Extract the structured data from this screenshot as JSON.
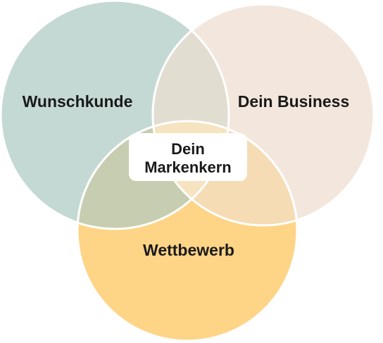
{
  "diagram": {
    "sets": [
      {
        "id": "kunde",
        "label": "Wunschkunde",
        "color": "#c4d9d3"
      },
      {
        "id": "business",
        "label": "Dein Business",
        "color": "#f3e7dd"
      },
      {
        "id": "wettbewerb",
        "label": "Wettbewerb",
        "color": "#fed487"
      }
    ],
    "overlaps": {
      "kunde_business": "#e2ddd1",
      "kunde_wettbewerb": "#c7cdb0",
      "business_wettbewerb": "#f5dcb4",
      "all": "#f6e3bf"
    },
    "center": {
      "line1": "Dein",
      "line2": "Markenkern",
      "box_color": "#ffffff"
    }
  }
}
